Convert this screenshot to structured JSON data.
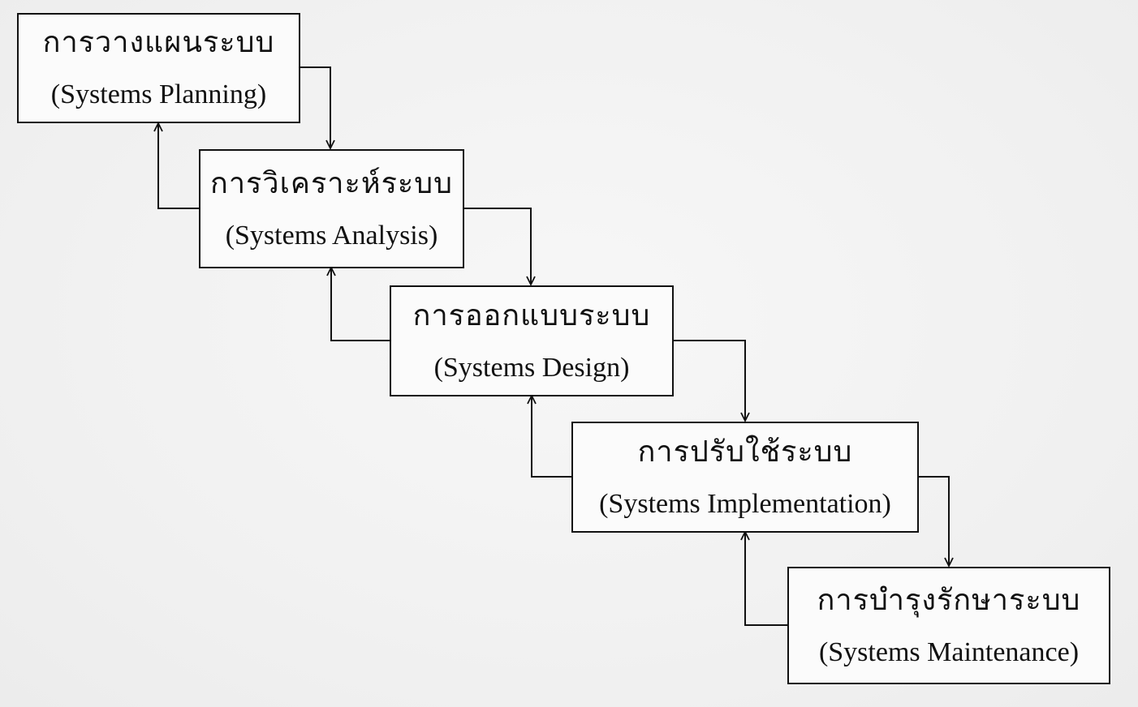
{
  "diagram": {
    "stages": [
      {
        "thai": "การวางแผนระบบ",
        "english": "(Systems Planning)"
      },
      {
        "thai": "การวิเคราะห์ระบบ",
        "english": "(Systems Analysis)"
      },
      {
        "thai": "การออกแบบระบบ",
        "english": "(Systems Design)"
      },
      {
        "thai": "การปรับใช้ระบบ",
        "english": "(Systems Implementation)"
      },
      {
        "thai": "การบำรุงรักษาระบบ",
        "english": "(Systems Maintenance)"
      }
    ]
  }
}
